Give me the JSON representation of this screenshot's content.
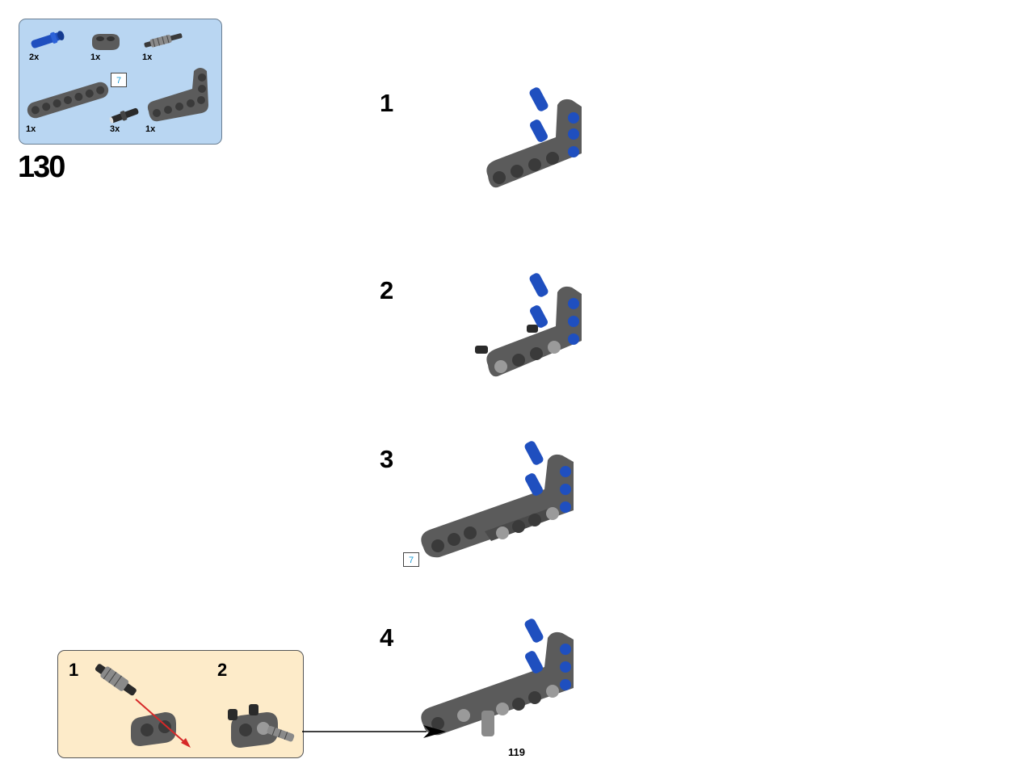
{
  "step": {
    "number": "130"
  },
  "parts_list": {
    "items": [
      {
        "name": "blue-axle-pin",
        "qty": "2x",
        "color": "#1f4fbf"
      },
      {
        "name": "dark-gray-connector",
        "qty": "1x",
        "color": "#5b5b5b"
      },
      {
        "name": "gray-axle-shock",
        "qty": "1x",
        "color": "#7a7a7a"
      },
      {
        "name": "dark-gray-beam-7",
        "qty": "1x",
        "color": "#5b5b5b",
        "length_label": "7"
      },
      {
        "name": "black-friction-pin",
        "qty": "3x",
        "color": "#2a2a2a"
      },
      {
        "name": "dark-gray-l-beam",
        "qty": "1x",
        "color": "#5b5b5b"
      }
    ]
  },
  "substeps": [
    {
      "label": "1"
    },
    {
      "label": "2"
    },
    {
      "label": "3",
      "length_label": "7"
    },
    {
      "label": "4"
    }
  ],
  "callout": {
    "steps": [
      {
        "label": "1"
      },
      {
        "label": "2"
      }
    ]
  },
  "colors": {
    "parts_bg": "#b9d6f2",
    "callout_bg": "#fdebc9",
    "beam": "#5b5b5b",
    "pin_blue": "#1f4fbf",
    "arrow_red": "#d62828",
    "length_badge_text": "#1a9bd6"
  },
  "page": {
    "number": "119"
  }
}
